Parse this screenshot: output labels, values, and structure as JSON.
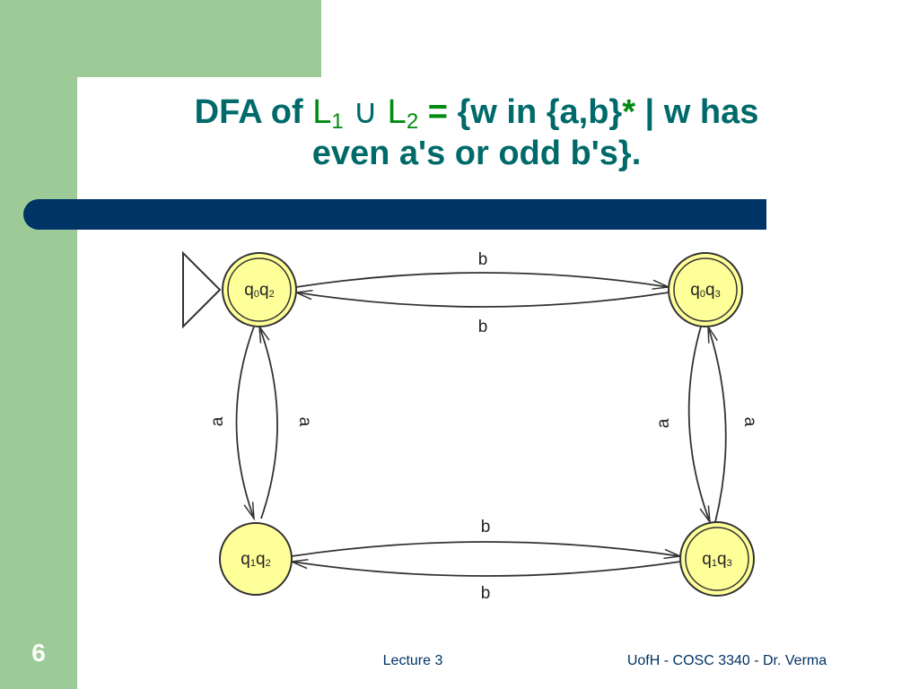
{
  "slide": {
    "title": {
      "part1": "DFA of ",
      "l1": "L",
      "l1_sub": "1",
      "union": " ∪ ",
      "l2": "L",
      "l2_sub": "2",
      "eq": " = ",
      "part2": "{w in {a,b}",
      "star": "*",
      "part3": " | w has",
      "line2": "even a's or odd b's}."
    },
    "number": "6",
    "footer_left": "Lecture 3",
    "footer_right": "UofH - COSC 3340 - Dr. Verma"
  },
  "diagram": {
    "states": [
      {
        "id": "q0q2",
        "main1": "q",
        "sub1": "0",
        "main2": "q",
        "sub2": "2",
        "initial": true,
        "accepting": true
      },
      {
        "id": "q0q3",
        "main1": "q",
        "sub1": "0",
        "main2": "q",
        "sub2": "3",
        "initial": false,
        "accepting": true
      },
      {
        "id": "q1q2",
        "main1": "q",
        "sub1": "1",
        "main2": "q",
        "sub2": "2",
        "initial": false,
        "accepting": false
      },
      {
        "id": "q1q3",
        "main1": "q",
        "sub1": "1",
        "main2": "q",
        "sub2": "3",
        "initial": false,
        "accepting": true
      }
    ],
    "transitions": [
      {
        "from": "q0q2",
        "to": "q0q3",
        "symbol": "b"
      },
      {
        "from": "q0q3",
        "to": "q0q2",
        "symbol": "b"
      },
      {
        "from": "q1q2",
        "to": "q1q3",
        "symbol": "b"
      },
      {
        "from": "q1q3",
        "to": "q1q2",
        "symbol": "b"
      },
      {
        "from": "q0q2",
        "to": "q1q2",
        "symbol": "a"
      },
      {
        "from": "q1q2",
        "to": "q0q2",
        "symbol": "a"
      },
      {
        "from": "q0q3",
        "to": "q1q3",
        "symbol": "a"
      },
      {
        "from": "q1q3",
        "to": "q0q3",
        "symbol": "a"
      }
    ],
    "colors": {
      "state_fill": "#ffff99",
      "stroke": "#333333"
    }
  }
}
